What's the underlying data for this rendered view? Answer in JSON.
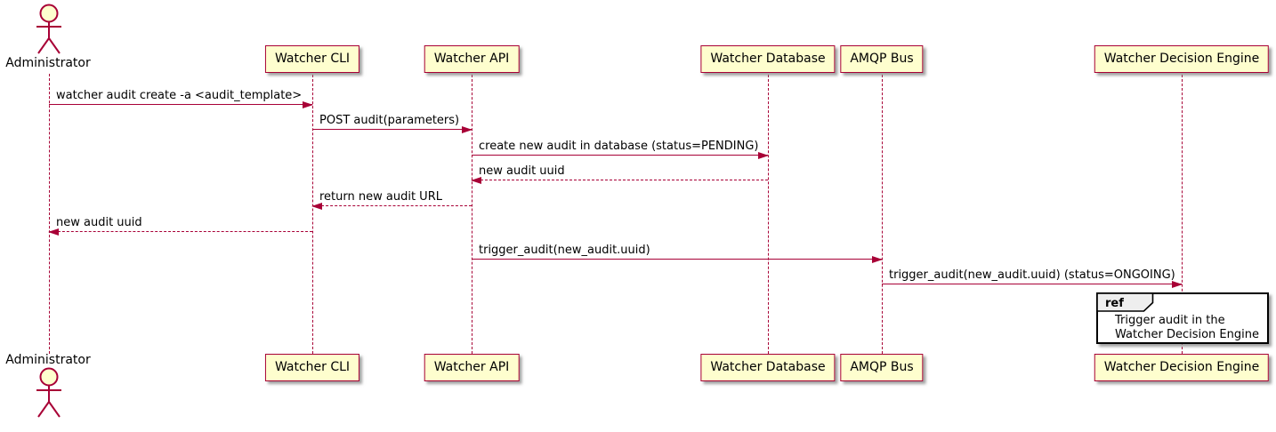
{
  "diagram_type": "uml-sequence-diagram",
  "participants": [
    {
      "name": "Administrator",
      "kind": "actor"
    },
    {
      "name": "Watcher CLI",
      "kind": "participant"
    },
    {
      "name": "Watcher API",
      "kind": "participant"
    },
    {
      "name": "Watcher Database",
      "kind": "participant"
    },
    {
      "name": "AMQP Bus",
      "kind": "participant"
    },
    {
      "name": "Watcher Decision Engine",
      "kind": "participant"
    }
  ],
  "messages": [
    {
      "label": "watcher audit create -a <audit_template>",
      "from": "Administrator",
      "to": "Watcher CLI",
      "style": "solid",
      "direction": "right"
    },
    {
      "label": "POST audit(parameters)",
      "from": "Watcher CLI",
      "to": "Watcher API",
      "style": "solid",
      "direction": "right"
    },
    {
      "label": "create new audit in database (status=PENDING)",
      "from": "Watcher API",
      "to": "Watcher Database",
      "style": "solid",
      "direction": "right"
    },
    {
      "label": "new audit uuid",
      "from": "Watcher Database",
      "to": "Watcher API",
      "style": "dashed",
      "direction": "left"
    },
    {
      "label": "return new audit URL",
      "from": "Watcher API",
      "to": "Watcher CLI",
      "style": "dashed",
      "direction": "left"
    },
    {
      "label": "new audit uuid",
      "from": "Watcher CLI",
      "to": "Administrator",
      "style": "dashed",
      "direction": "left"
    },
    {
      "label": "trigger_audit(new_audit.uuid)",
      "from": "Watcher API",
      "to": "AMQP Bus",
      "style": "solid",
      "direction": "right"
    },
    {
      "label": "trigger_audit(new_audit.uuid) (status=ONGOING)",
      "from": "AMQP Bus",
      "to": "Watcher Decision Engine",
      "style": "solid",
      "direction": "right"
    }
  ],
  "ref": {
    "keyword": "ref",
    "over": "Watcher Decision Engine",
    "line1": "Trigger audit in the",
    "line2": "Watcher Decision Engine"
  },
  "colors": {
    "participant_fill": "#FEFECE",
    "stroke": "#A80036",
    "text": "#000000",
    "ref_border": "#000000",
    "ref_header_fill": "#EEEEEE",
    "background": "#FFFFFF"
  }
}
